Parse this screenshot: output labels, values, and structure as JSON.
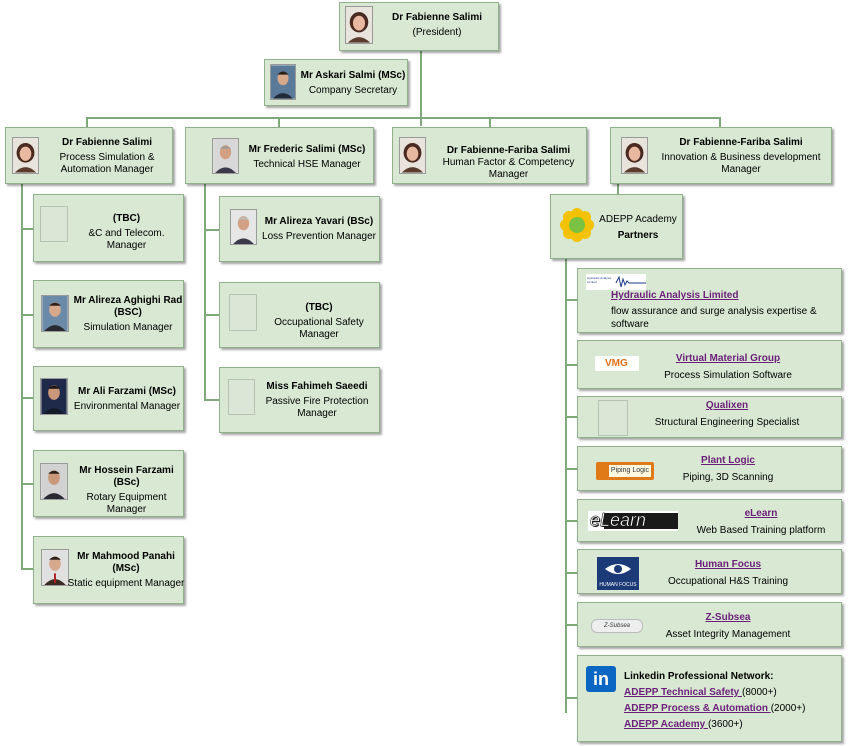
{
  "president": {
    "name": "Dr Fabienne Salimi",
    "role": "(President)"
  },
  "secretary": {
    "name": "Mr Askari Salmi (MSc)",
    "role": "Company Secretary"
  },
  "managers": [
    {
      "name": "Dr Fabienne Salimi",
      "role": "Process Simulation & Automation Manager"
    },
    {
      "name": "Mr Frederic Salimi (MSc)",
      "role": "Technical HSE Manager"
    },
    {
      "name": "Dr Fabienne-Fariba Salimi",
      "role": "Human Factor & Competency Manager"
    },
    {
      "name": "Dr Fabienne-Fariba Salimi",
      "role": "Innovation & Business development Manager"
    }
  ],
  "process_team": [
    {
      "name": "(TBC)",
      "role": "&C and Telecom. Manager"
    },
    {
      "name": "Mr Alireza Aghighi Rad (BSC)",
      "role": "Simulation Manager"
    },
    {
      "name": "Mr Ali Farzami (MSc)",
      "role": "Environmental Manager"
    },
    {
      "name": "Mr Hossein Farzami (BSc)",
      "role": "Rotary Equipment Manager"
    },
    {
      "name": "Mr Mahmood Panahi (MSc)",
      "role": "Static equipment Manager"
    }
  ],
  "hse_team": [
    {
      "name": "Mr Alireza Yavari (BSc)",
      "role": "Loss Prevention Manager"
    },
    {
      "name": "(TBC)",
      "role": "Occupational Safety Manager"
    },
    {
      "name": "Miss Fahimeh Saeedi",
      "role": "Passive Fire Protection Manager"
    }
  ],
  "academy": {
    "title": "ADEPP Academy",
    "subtitle": "Partners"
  },
  "partners": [
    {
      "name": "Hydraulic Analysis Limited",
      "desc": "flow assurance and surge analysis expertise & software",
      "logo": "hal-logo"
    },
    {
      "name": "Virtual Material Group",
      "desc": "Process Simulation Software",
      "logo": "vmg-logo"
    },
    {
      "name": "Qualixen",
      "desc": "Structural Engineering Specialist",
      "logo": "qualixen-logo"
    },
    {
      "name": "Plant Logic",
      "desc": "Piping, 3D Scanning",
      "logo": "plant-logic-logo"
    },
    {
      "name": "eLearn",
      "desc": "Web Based Training platform",
      "logo": "elearn-logo"
    },
    {
      "name": "Human Focus",
      "desc": "Occupational H&S Training",
      "logo": "human-focus-logo"
    },
    {
      "name": "Z-Subsea",
      "desc": "Asset Integrity Management",
      "logo": "zsubsea-logo"
    }
  ],
  "logos": {
    "vmg": "VMG",
    "plant_logic": "Piping Logic",
    "elearn": "eLearn",
    "human_focus": "HUMAN FOCUS",
    "zsubsea": "Z-Subsea",
    "hal": "Hydraulic Analysis Limited",
    "linkedin": "in"
  },
  "linkedin": {
    "title": "Linkedin Professional Network:",
    "groups": [
      {
        "name": "ADEPP Technical Safety ",
        "count": "(8000+)"
      },
      {
        "name": "ADEPP Process & Automation ",
        "count": "(2000+)"
      },
      {
        "name": "ADEPP Academy ",
        "count": "(3600+)"
      }
    ]
  },
  "colors": {
    "box_fill": "#d8e8d2",
    "box_border": "#8fb08a",
    "connector": "#7fa97a",
    "link": "#6b1f7a"
  }
}
